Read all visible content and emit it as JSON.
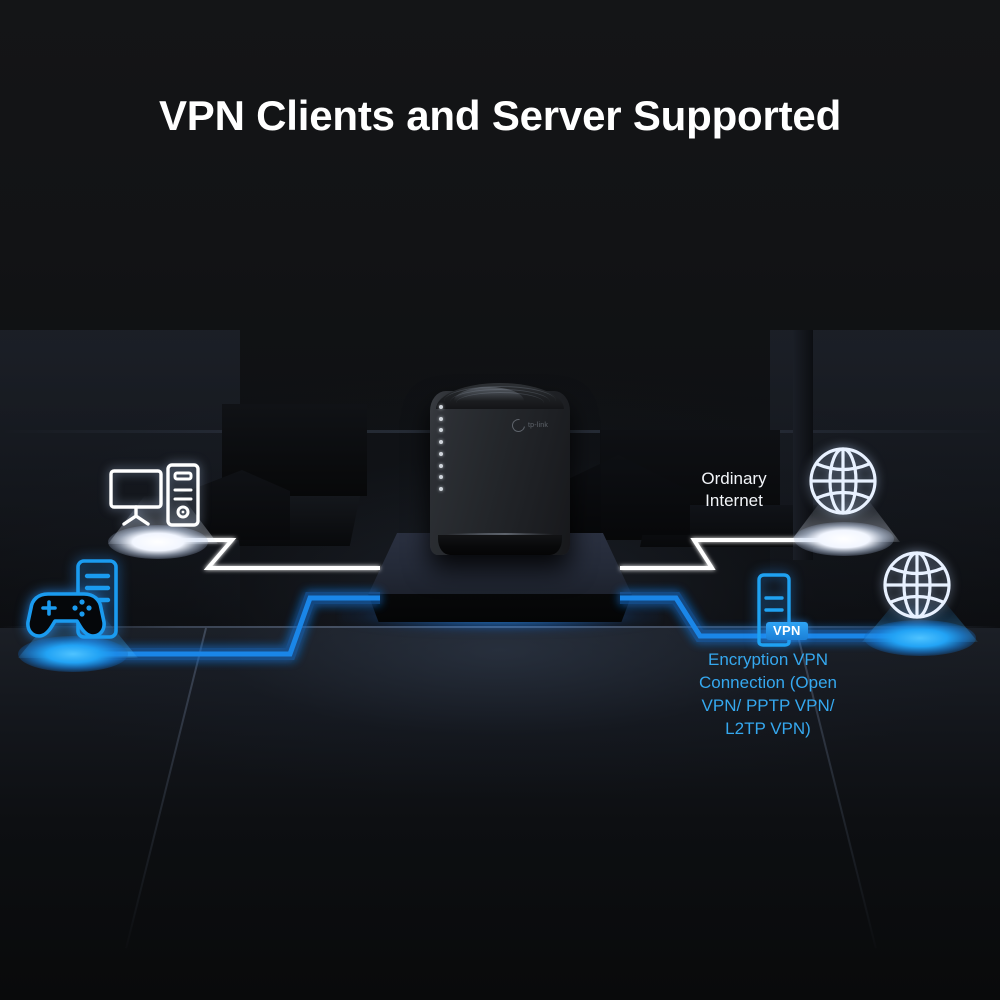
{
  "title": "VPN Clients and Server Supported",
  "colors": {
    "background": "#0b0c0e",
    "title_text": "#ffffff",
    "ordinary_line": "#ffffff",
    "ordinary_text": "#f2f5f9",
    "vpn_line": "#1a86e8",
    "vpn_text": "#35a8ef",
    "vpn_chip_bg": "#2fa4f5",
    "pedestal": "#2a3040",
    "router_body": "#25282c"
  },
  "labels": {
    "ordinary_internet": "Ordinary\nInternet",
    "ordinary_internet_line1": "Ordinary",
    "ordinary_internet_line2": "Internet",
    "vpn_connection": "Encryption VPN Connection (Open VPN/ PPTP VPN/ L2TP VPN)",
    "vpn_connection_line1": "Encryption VPN",
    "vpn_connection_line2": "Connection (Open",
    "vpn_connection_line3": "VPN/ PPTP VPN/",
    "vpn_connection_line4": "L2TP VPN)",
    "vpn_chip": "VPN"
  },
  "device": {
    "brand": "tp-link",
    "type": "mesh-router",
    "led_count": 8
  },
  "nodes": [
    {
      "id": "desktop-pc",
      "icon": "desktop-computer-icon",
      "style": "white",
      "pad": "white",
      "connection": "ordinary"
    },
    {
      "id": "gaming-pc",
      "icon": "gamepad-pc-icon",
      "style": "blue",
      "pad": "blue",
      "connection": "vpn"
    },
    {
      "id": "internet-globe-top",
      "icon": "globe-icon",
      "style": "white",
      "pad": "white",
      "connection": "ordinary"
    },
    {
      "id": "vpn-server",
      "icon": "server-icon",
      "style": "blue",
      "pad": "none",
      "connection": "vpn"
    },
    {
      "id": "internet-globe-bottom",
      "icon": "globe-icon",
      "style": "white",
      "pad": "blue",
      "connection": "vpn"
    }
  ]
}
